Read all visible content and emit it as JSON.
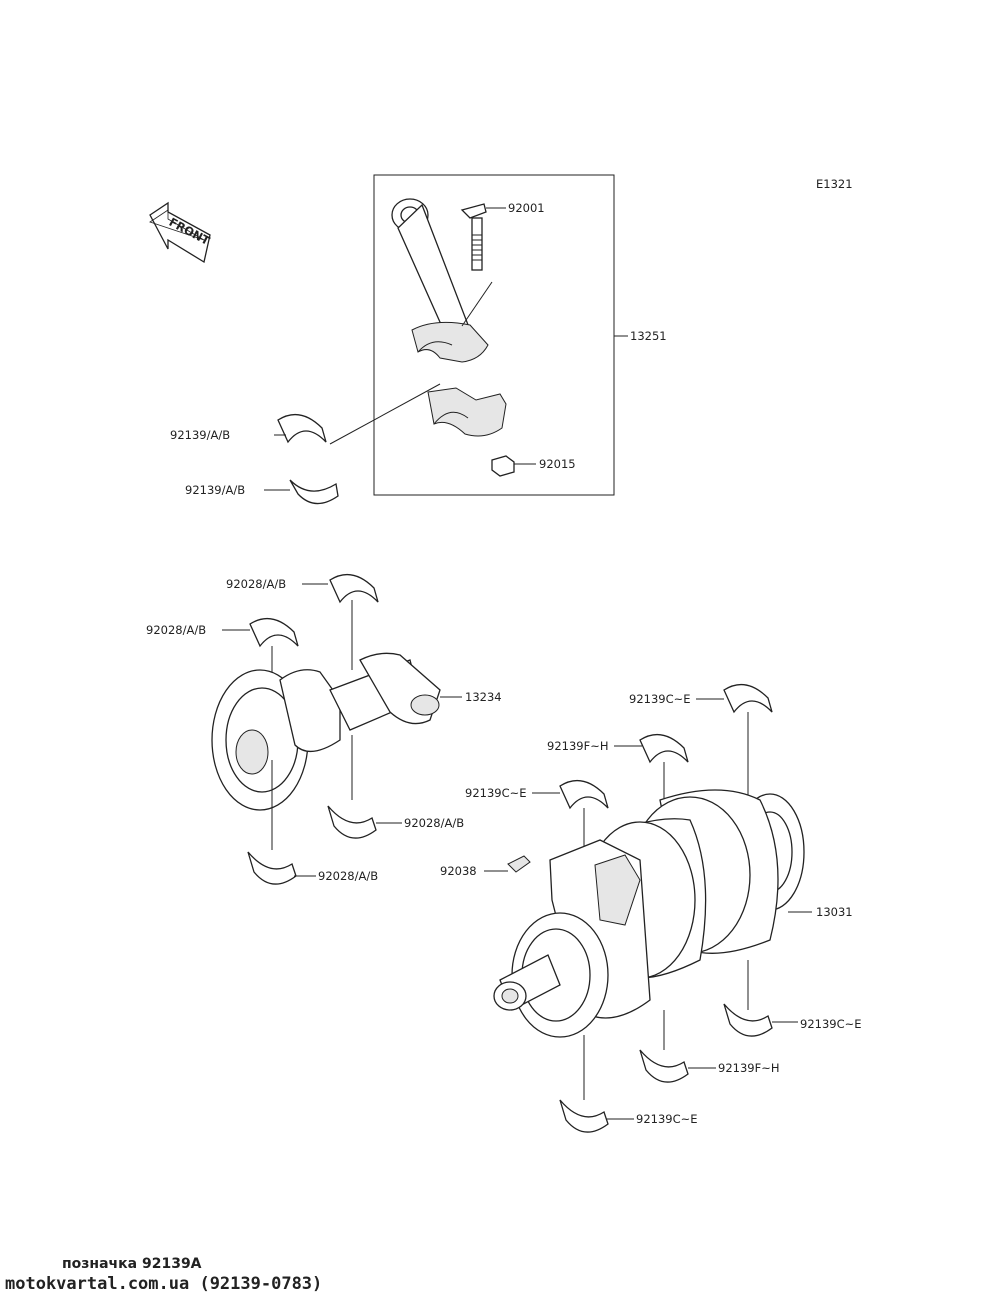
{
  "diagram_code": "E1321",
  "front_label": "FRONT",
  "labels": {
    "p92001": "92001",
    "p13251": "13251",
    "p92015": "92015",
    "p92139ab_1": "92139/A/B",
    "p92139ab_2": "92139/A/B",
    "p92028_1": "92028/A/B",
    "p92028_2": "92028/A/B",
    "p92028_3": "92028/A/B",
    "p92028_4": "92028/A/B",
    "p13234": "13234",
    "p92139ce_1": "92139C~E",
    "p92139fh_1": "92139F~H",
    "p92139ce_2": "92139C~E",
    "p92038": "92038",
    "p13031": "13031",
    "p92139ce_3": "92139C~E",
    "p92139fh_2": "92139F~H",
    "p92139ce_4": "92139C~E"
  },
  "footer": {
    "title": "позначка 92139A",
    "site": "motokvartal.com.ua (92139-0783)"
  }
}
